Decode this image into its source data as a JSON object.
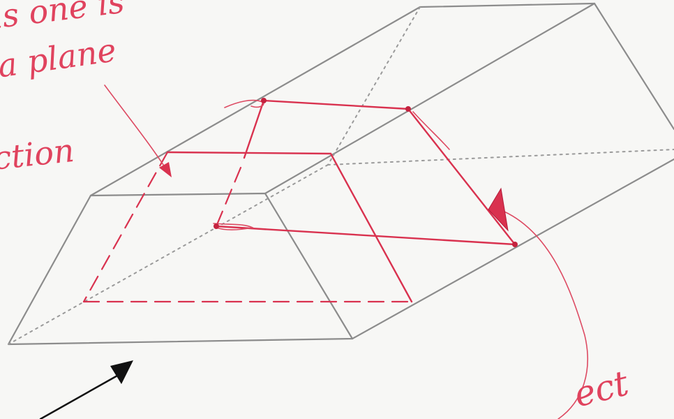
{
  "annotations": {
    "top_left_line1": "is one is",
    "top_left_line2": "a plane",
    "left_fragment": "ction",
    "bottom_right_fragment": "ect"
  },
  "colors": {
    "prism_outline": "#8c8c8c",
    "ink_red": "#d9324f",
    "arrow_black": "#111111",
    "paper": "#f7f7f5"
  }
}
